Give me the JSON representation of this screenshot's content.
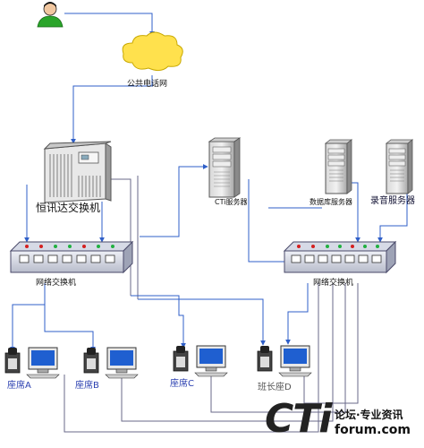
{
  "labels": {
    "pstn": "公共电话网",
    "pbx": "恒讯达交换机",
    "cti_server": "CTi服务器",
    "db_server": "数据库服务器",
    "rec_server": "录音服务器",
    "switch_left": "网络交换机",
    "switch_right": "网络交换机",
    "seat_a": "座席A",
    "seat_b": "座席B",
    "seat_c": "座席C",
    "seat_d": "班长座D"
  },
  "watermark": {
    "logo": "CTi",
    "line1": "论坛·专业资讯",
    "line2": "forum.com"
  },
  "colors": {
    "link": "#2f5fc8",
    "lan": "#6a6a8a",
    "person": "#2aa52a",
    "cloud": "#ffe14d",
    "server": "#9a9a9a"
  },
  "icons": {
    "user": "person-icon",
    "pstn": "cloud-icon",
    "pbx": "pbx-cabinet-icon",
    "server": "tower-server-icon",
    "switch": "network-switch-icon",
    "phone": "desk-phone-icon",
    "pc": "monitor-icon"
  }
}
